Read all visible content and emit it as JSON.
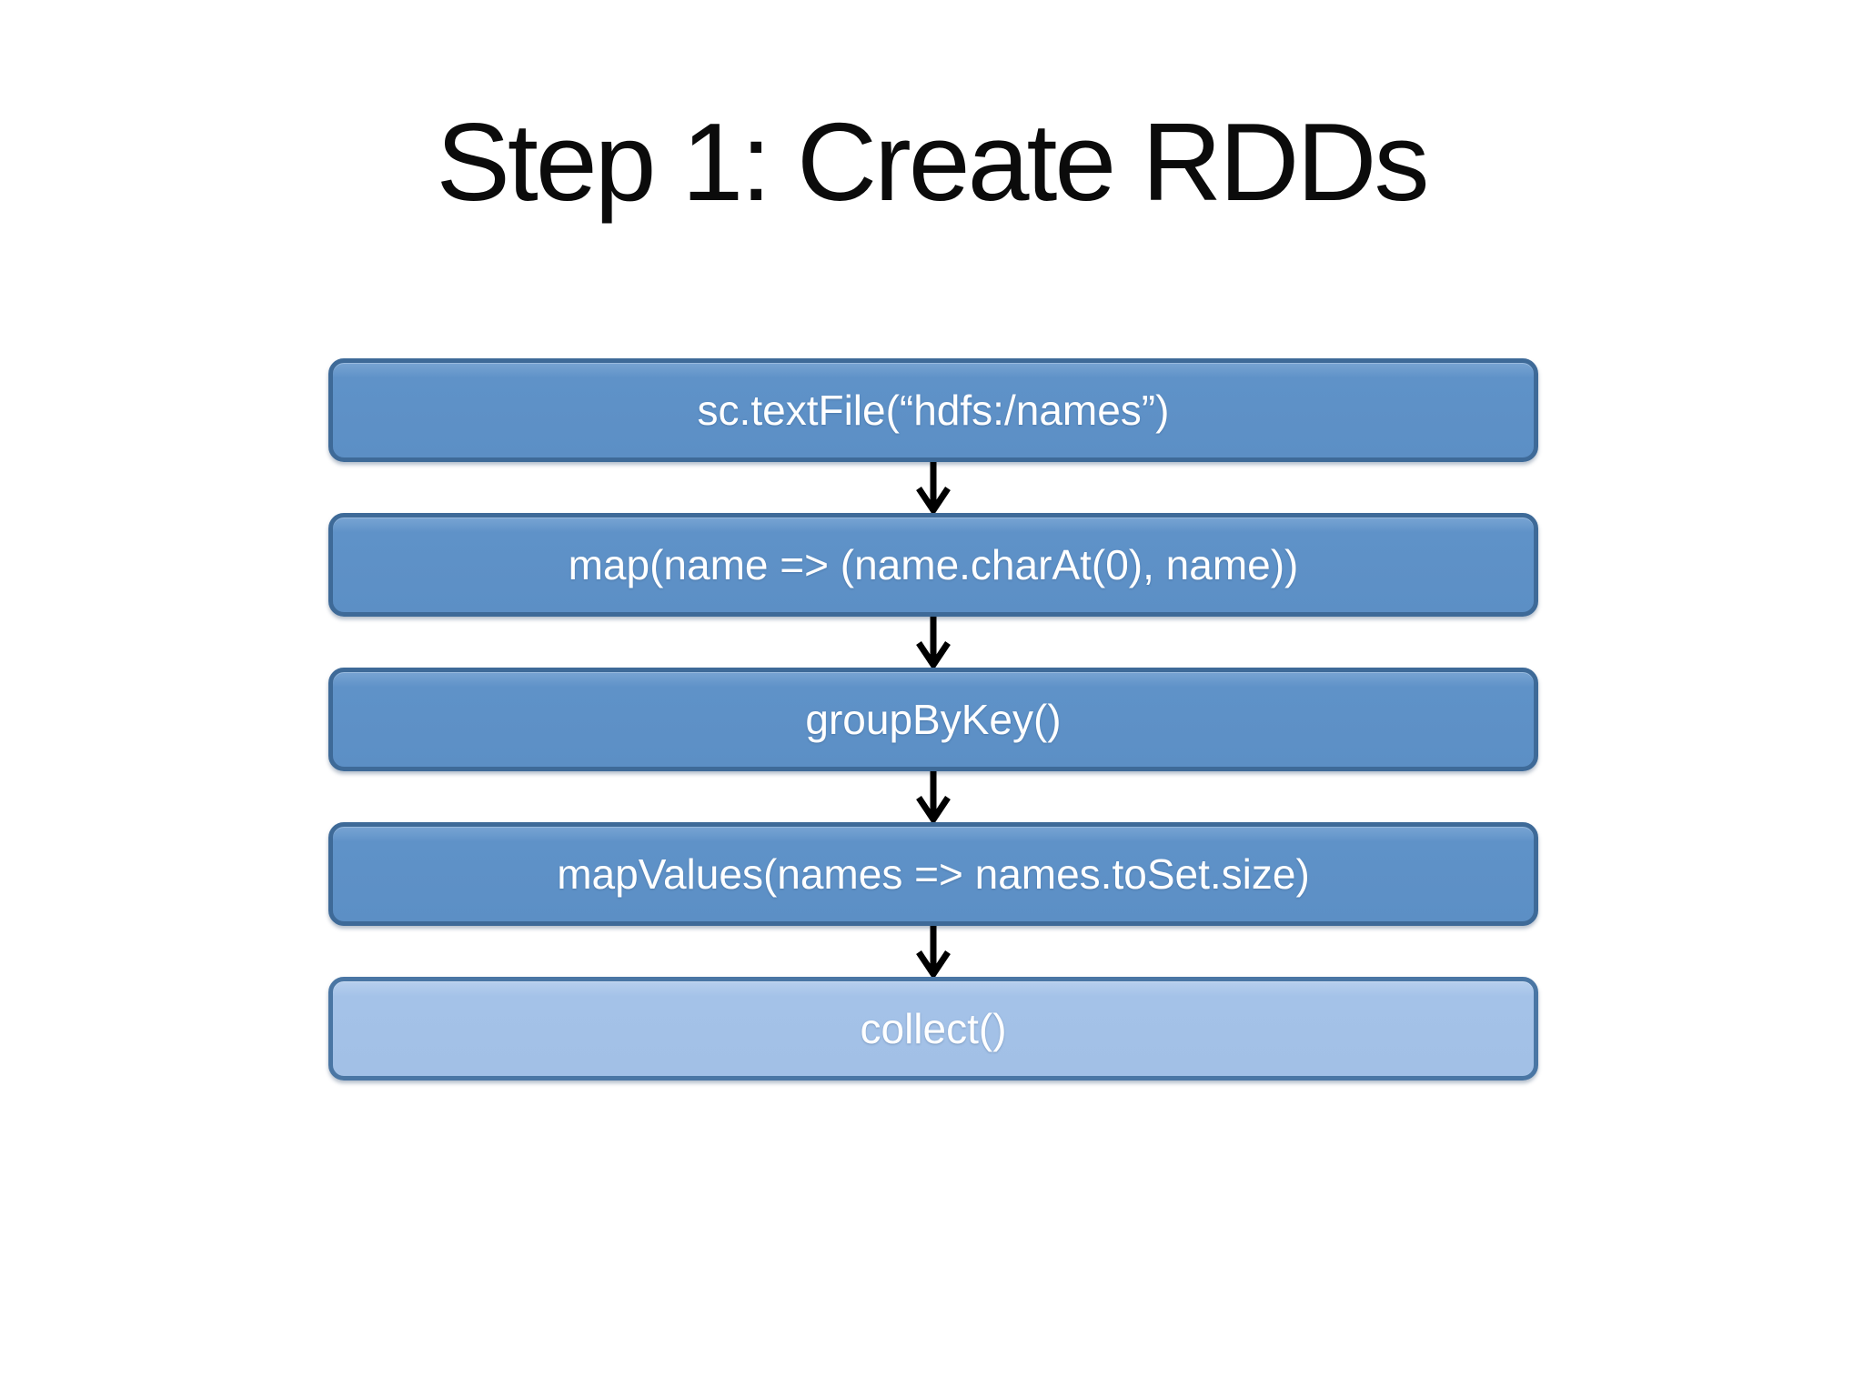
{
  "slide": {
    "title": "Step 1: Create RDDs",
    "flow": {
      "boxes": [
        {
          "label": "sc.textFile(“hdfs:/names”)",
          "variant": "solid"
        },
        {
          "label": "map(name => (name.charAt(0), name))",
          "variant": "solid"
        },
        {
          "label": "groupByKey()",
          "variant": "solid"
        },
        {
          "label": "mapValues(names => names.toSet.size)",
          "variant": "solid"
        },
        {
          "label": "collect()",
          "variant": "light"
        }
      ],
      "arrow_count": 4,
      "arrow_direction": "down"
    },
    "colors": {
      "background": "#ffffff",
      "title_text": "#0b0b0b",
      "box_fill": "#5f92c8",
      "box_border": "#3e6a98",
      "light_box_fill": "#a4c2e8",
      "light_box_border": "#4a76a4",
      "box_text": "#ffffff",
      "arrow": "#000000"
    }
  }
}
